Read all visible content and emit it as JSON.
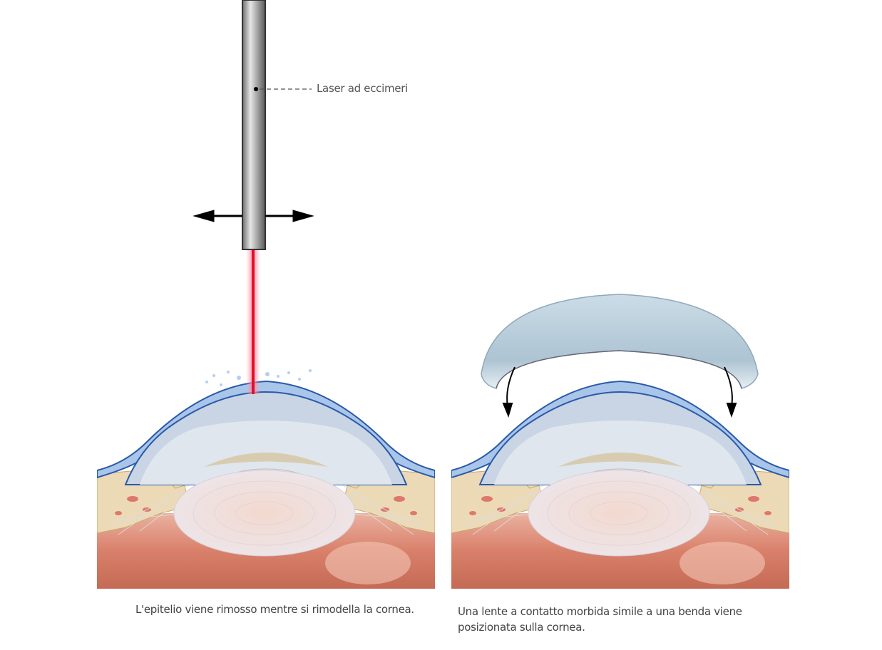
{
  "labels": {
    "laser": "Laser ad eccimeri"
  },
  "captions": {
    "left": "L'epitelio viene rimosso mentre si rimodella la cornea.",
    "right_line1": "Una lente a contatto morbida simile a una benda viene",
    "right_line2": "posizionata sulla cornea."
  },
  "colors": {
    "laser_beam": "#e0102a",
    "cornea": "#a9c6ea",
    "cornea_stroke": "#2a5aa8",
    "tissue": "#d9806a"
  }
}
